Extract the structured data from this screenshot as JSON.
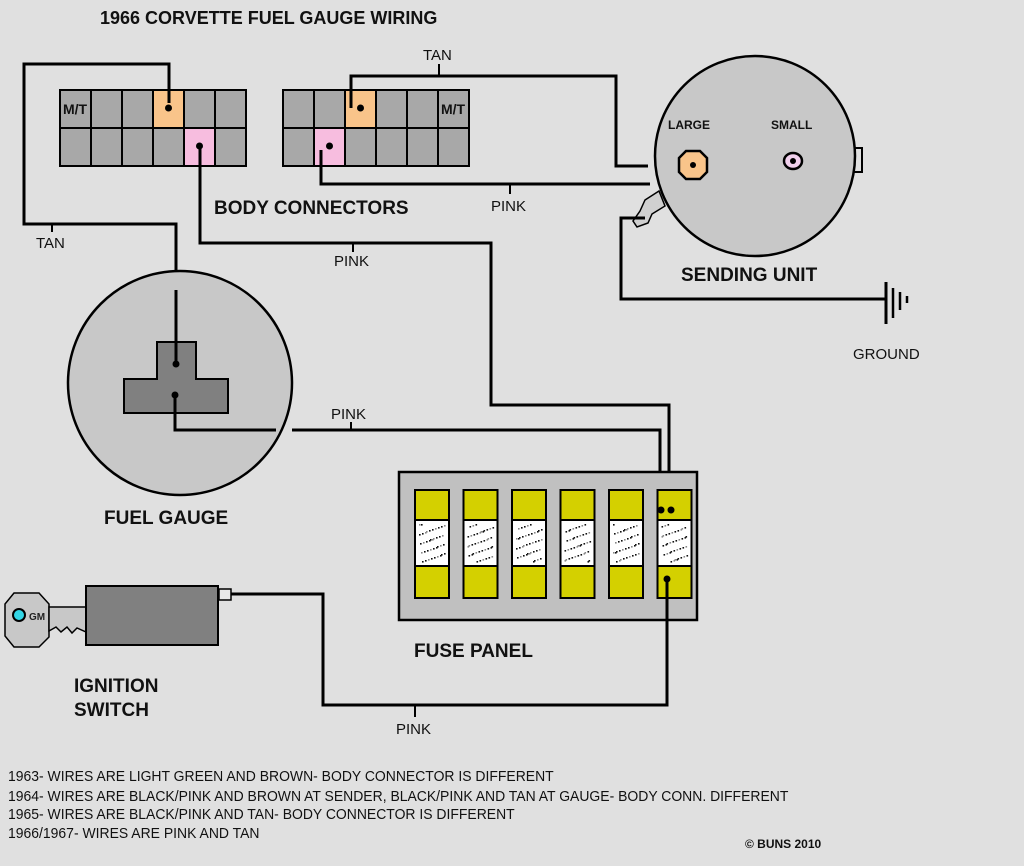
{
  "title": "1966  CORVETTE FUEL GAUGE WIRING",
  "components": {
    "body_connectors": {
      "label": "BODY CONNECTORS",
      "left": {
        "mt_label": "M/T",
        "tan_pin": {
          "row": 1,
          "col": 4,
          "color": "#f9c48a"
        },
        "pink_pin": {
          "row": 2,
          "col": 5,
          "color": "#f7bddf"
        }
      },
      "right": {
        "mt_label": "M/T",
        "tan_pin": {
          "row": 1,
          "col": 3,
          "color": "#f9c48a"
        },
        "pink_pin": {
          "row": 2,
          "col": 2,
          "color": "#f7bddf"
        }
      },
      "cell_color": "#a8a8a8"
    },
    "sending_unit": {
      "label": "SENDING UNIT",
      "terminal_large": "LARGE",
      "terminal_small": "SMALL",
      "large_color": "#f9c48a",
      "small_color": "#f0d0ec"
    },
    "ground": {
      "label": "GROUND"
    },
    "fuel_gauge": {
      "label": "FUEL GAUGE"
    },
    "fuse_panel": {
      "label": "FUSE PANEL",
      "fuse_count": 6,
      "fuse_color": "#d4d000"
    },
    "ignition_switch": {
      "label_line1": "IGNITION",
      "label_line2": "SWITCH",
      "key_brand": "GM"
    }
  },
  "wire_labels": {
    "tan_top": "TAN",
    "tan_left": "TAN",
    "pink_sender": "PINK",
    "pink_middle": "PINK",
    "pink_gauge": "PINK",
    "pink_ignition": "PINK"
  },
  "notes": [
    "1963- WIRES ARE LIGHT GREEN AND BROWN- BODY CONNECTOR IS DIFFERENT",
    "1964- WIRES ARE BLACK/PINK  AND BROWN AT SENDER, BLACK/PINK AND TAN AT GAUGE- BODY CONN. DIFFERENT",
    "1965- WIRES ARE BLACK/PINK AND TAN- BODY CONNECTOR IS DIFFERENT",
    "1966/1967- WIRES ARE PINK AND TAN"
  ],
  "copyright": "©    BUNS 2010"
}
